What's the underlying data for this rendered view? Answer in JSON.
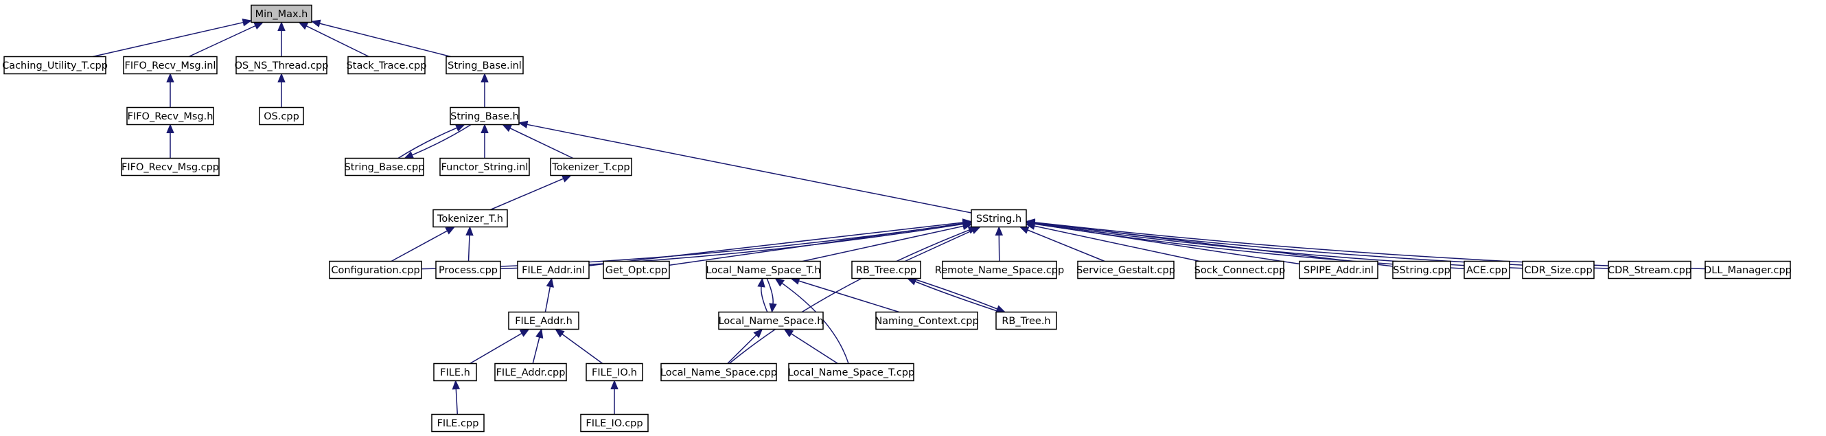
{
  "diagram": {
    "type": "include-dependency-graph",
    "root": "Min_Max.h",
    "colors": {
      "edge": "#191970",
      "root_fill": "#bfbfbf",
      "node_fill": "#ffffff",
      "border": "#000000"
    },
    "nodes": [
      {
        "id": "min_max_h",
        "label": "Min_Max.h",
        "root": true
      },
      {
        "id": "caching_utility_t_cpp",
        "label": "Caching_Utility_T.cpp"
      },
      {
        "id": "fifo_recv_msg_inl",
        "label": "FIFO_Recv_Msg.inl"
      },
      {
        "id": "os_ns_thread_cpp",
        "label": "OS_NS_Thread.cpp"
      },
      {
        "id": "stack_trace_cpp",
        "label": "Stack_Trace.cpp"
      },
      {
        "id": "string_base_inl",
        "label": "String_Base.inl"
      },
      {
        "id": "fifo_recv_msg_h",
        "label": "FIFO_Recv_Msg.h"
      },
      {
        "id": "os_cpp",
        "label": "OS.cpp"
      },
      {
        "id": "string_base_h",
        "label": "String_Base.h"
      },
      {
        "id": "fifo_recv_msg_cpp",
        "label": "FIFO_Recv_Msg.cpp"
      },
      {
        "id": "string_base_cpp",
        "label": "String_Base.cpp"
      },
      {
        "id": "functor_string_inl",
        "label": "Functor_String.inl"
      },
      {
        "id": "tokenizer_t_cpp",
        "label": "Tokenizer_T.cpp"
      },
      {
        "id": "tokenizer_t_h",
        "label": "Tokenizer_T.h"
      },
      {
        "id": "sstring_h",
        "label": "SString.h"
      },
      {
        "id": "configuration_cpp",
        "label": "Configuration.cpp"
      },
      {
        "id": "process_cpp",
        "label": "Process.cpp"
      },
      {
        "id": "file_addr_inl",
        "label": "FILE_Addr.inl"
      },
      {
        "id": "get_opt_cpp",
        "label": "Get_Opt.cpp"
      },
      {
        "id": "local_name_space_t_h",
        "label": "Local_Name_Space_T.h"
      },
      {
        "id": "rb_tree_cpp",
        "label": "RB_Tree.cpp"
      },
      {
        "id": "remote_name_space_cpp",
        "label": "Remote_Name_Space.cpp"
      },
      {
        "id": "service_gestalt_cpp",
        "label": "Service_Gestalt.cpp"
      },
      {
        "id": "sock_connect_cpp",
        "label": "Sock_Connect.cpp"
      },
      {
        "id": "spipe_addr_inl",
        "label": "SPIPE_Addr.inl"
      },
      {
        "id": "sstring_cpp",
        "label": "SString.cpp"
      },
      {
        "id": "ace_cpp",
        "label": "ACE.cpp"
      },
      {
        "id": "cdr_size_cpp",
        "label": "CDR_Size.cpp"
      },
      {
        "id": "cdr_stream_cpp",
        "label": "CDR_Stream.cpp"
      },
      {
        "id": "dll_manager_cpp",
        "label": "DLL_Manager.cpp"
      },
      {
        "id": "file_addr_h",
        "label": "FILE_Addr.h"
      },
      {
        "id": "local_name_space_h",
        "label": "Local_Name_Space.h"
      },
      {
        "id": "naming_context_cpp",
        "label": "Naming_Context.cpp"
      },
      {
        "id": "rb_tree_h",
        "label": "RB_Tree.h"
      },
      {
        "id": "file_h",
        "label": "FILE.h"
      },
      {
        "id": "file_addr_cpp",
        "label": "FILE_Addr.cpp"
      },
      {
        "id": "file_io_h",
        "label": "FILE_IO.h"
      },
      {
        "id": "local_name_space_cpp",
        "label": "Local_Name_Space.cpp"
      },
      {
        "id": "local_name_space_t_cpp",
        "label": "Local_Name_Space_T.cpp"
      },
      {
        "id": "file_cpp",
        "label": "FILE.cpp"
      },
      {
        "id": "file_io_cpp",
        "label": "FILE_IO.cpp"
      }
    ],
    "edges": [
      {
        "from": "caching_utility_t_cpp",
        "to": "min_max_h"
      },
      {
        "from": "fifo_recv_msg_inl",
        "to": "min_max_h"
      },
      {
        "from": "os_ns_thread_cpp",
        "to": "min_max_h"
      },
      {
        "from": "stack_trace_cpp",
        "to": "min_max_h"
      },
      {
        "from": "string_base_inl",
        "to": "min_max_h"
      },
      {
        "from": "fifo_recv_msg_h",
        "to": "fifo_recv_msg_inl"
      },
      {
        "from": "fifo_recv_msg_cpp",
        "to": "fifo_recv_msg_h"
      },
      {
        "from": "os_cpp",
        "to": "os_ns_thread_cpp"
      },
      {
        "from": "string_base_h",
        "to": "string_base_inl"
      },
      {
        "from": "string_base_cpp",
        "to": "string_base_h"
      },
      {
        "from": "string_base_h",
        "to": "string_base_cpp"
      },
      {
        "from": "functor_string_inl",
        "to": "string_base_h"
      },
      {
        "from": "tokenizer_t_cpp",
        "to": "string_base_h"
      },
      {
        "from": "sstring_h",
        "to": "string_base_h"
      },
      {
        "from": "tokenizer_t_h",
        "to": "tokenizer_t_cpp"
      },
      {
        "from": "configuration_cpp",
        "to": "tokenizer_t_h"
      },
      {
        "from": "process_cpp",
        "to": "tokenizer_t_h"
      },
      {
        "from": "configuration_cpp",
        "to": "sstring_h"
      },
      {
        "from": "process_cpp",
        "to": "sstring_h"
      },
      {
        "from": "file_addr_inl",
        "to": "sstring_h"
      },
      {
        "from": "get_opt_cpp",
        "to": "sstring_h"
      },
      {
        "from": "local_name_space_t_h",
        "to": "sstring_h"
      },
      {
        "from": "rb_tree_cpp",
        "to": "sstring_h"
      },
      {
        "from": "remote_name_space_cpp",
        "to": "sstring_h"
      },
      {
        "from": "service_gestalt_cpp",
        "to": "sstring_h"
      },
      {
        "from": "sock_connect_cpp",
        "to": "sstring_h"
      },
      {
        "from": "spipe_addr_inl",
        "to": "sstring_h"
      },
      {
        "from": "sstring_cpp",
        "to": "sstring_h"
      },
      {
        "from": "ace_cpp",
        "to": "sstring_h"
      },
      {
        "from": "cdr_size_cpp",
        "to": "sstring_h"
      },
      {
        "from": "cdr_stream_cpp",
        "to": "sstring_h"
      },
      {
        "from": "dll_manager_cpp",
        "to": "sstring_h"
      },
      {
        "from": "local_name_space_cpp",
        "to": "sstring_h"
      },
      {
        "from": "file_addr_h",
        "to": "file_addr_inl"
      },
      {
        "from": "file_h",
        "to": "file_addr_h"
      },
      {
        "from": "file_addr_cpp",
        "to": "file_addr_h"
      },
      {
        "from": "file_io_h",
        "to": "file_addr_h"
      },
      {
        "from": "file_cpp",
        "to": "file_h"
      },
      {
        "from": "file_io_cpp",
        "to": "file_io_h"
      },
      {
        "from": "local_name_space_h",
        "to": "local_name_space_t_h"
      },
      {
        "from": "local_name_space_t_h",
        "to": "local_name_space_h"
      },
      {
        "from": "naming_context_cpp",
        "to": "local_name_space_t_h"
      },
      {
        "from": "local_name_space_t_cpp",
        "to": "local_name_space_t_h"
      },
      {
        "from": "local_name_space_cpp",
        "to": "local_name_space_h"
      },
      {
        "from": "local_name_space_t_cpp",
        "to": "local_name_space_h"
      },
      {
        "from": "rb_tree_h",
        "to": "rb_tree_cpp"
      },
      {
        "from": "rb_tree_cpp",
        "to": "rb_tree_h"
      }
    ]
  }
}
